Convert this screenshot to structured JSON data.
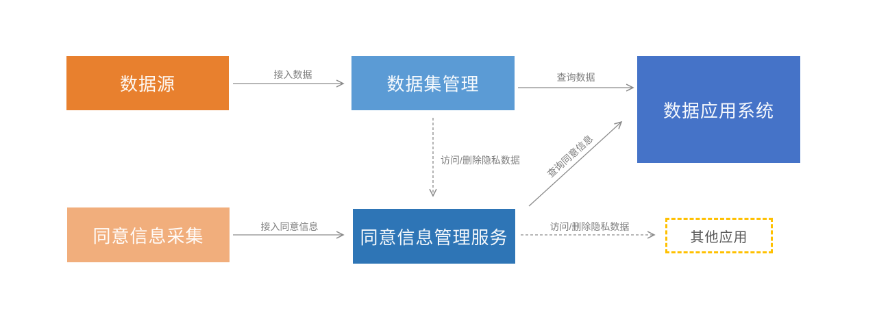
{
  "diagram": {
    "background_color": "#ffffff",
    "nodes": [
      {
        "id": "data-source",
        "label": "数据源",
        "fill": "#e8802e",
        "text_color": "#ffffff",
        "shape": "rect"
      },
      {
        "id": "dataset-management",
        "label": "数据集管理",
        "fill": "#5b9bd5",
        "text_color": "#ffffff",
        "shape": "rect"
      },
      {
        "id": "data-application-system",
        "label": "数据应用系统",
        "fill": "#4573c8",
        "text_color": "#ffffff",
        "shape": "rect"
      },
      {
        "id": "consent-info-collection",
        "label": "同意信息采集",
        "fill": "#f1ae7c",
        "text_color": "#ffffff",
        "shape": "rect"
      },
      {
        "id": "consent-info-management-service",
        "label": "同意信息管理服务",
        "fill": "#2e75b6",
        "text_color": "#ffffff",
        "shape": "rect"
      },
      {
        "id": "other-applications",
        "label": "其他应用",
        "fill": "#ffffff",
        "border_color": "#ffc000",
        "border_style": "dashed",
        "text_color": "#595959",
        "shape": "rect"
      }
    ],
    "edges": [
      {
        "label": "接入数据",
        "from": "data-source",
        "to": "dataset-management",
        "style": "solid",
        "direction": "right"
      },
      {
        "label": "查询数据",
        "from": "dataset-management",
        "to": "data-application-system",
        "style": "solid",
        "direction": "right"
      },
      {
        "label": "访问/删除隐私数据",
        "from": "dataset-management",
        "to": "consent-info-management-service",
        "style": "dashed",
        "direction": "down"
      },
      {
        "label": "接入同意信息",
        "from": "consent-info-collection",
        "to": "consent-info-management-service",
        "style": "solid",
        "direction": "right"
      },
      {
        "label": "查询同意信息",
        "from": "consent-info-management-service",
        "to": "data-application-system",
        "style": "solid",
        "direction": "up-right-diagonal"
      },
      {
        "label": "访问/删除隐私数据",
        "from": "consent-info-management-service",
        "to": "other-applications",
        "style": "dashed",
        "direction": "right"
      }
    ],
    "colors": {
      "arrow": "#8a8a8a",
      "edge_label": "#7f7f7f",
      "accent_gold": "#ffc000"
    }
  }
}
